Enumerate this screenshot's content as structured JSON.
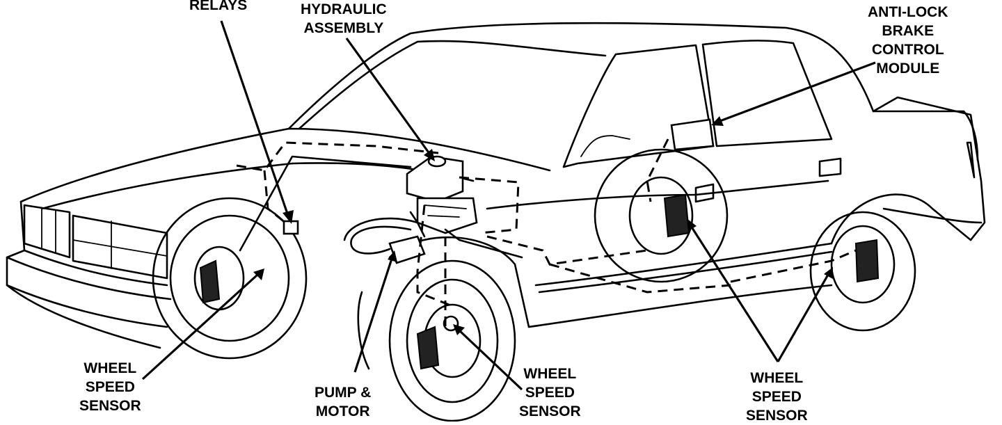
{
  "labels": {
    "relays": [
      "RELAYS"
    ],
    "hydraulic_assembly": [
      "HYDRAULIC",
      "ASSEMBLY"
    ],
    "abs_module": [
      "ANTI-LOCK",
      "BRAKE",
      "CONTROL",
      "MODULE"
    ],
    "wss_front_left": [
      "WHEEL",
      "SPEED",
      "SENSOR"
    ],
    "pump_motor": [
      "PUMP &",
      "MOTOR"
    ],
    "wss_front_right": [
      "WHEEL",
      "SPEED",
      "SENSOR"
    ],
    "wss_rear": [
      "WHEEL",
      "SPEED",
      "SENSOR"
    ]
  }
}
